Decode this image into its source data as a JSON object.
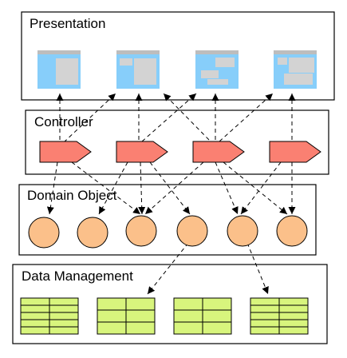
{
  "layers": {
    "presentation": {
      "title": "Presentation"
    },
    "controller": {
      "title": "Controller"
    },
    "domain_object": {
      "title": "Domain Object"
    },
    "data_management": {
      "title": "Data Management"
    }
  },
  "colors": {
    "window_bg": "#bdbdbd",
    "window_panel": "#87cefa",
    "window_content": "#d3d3d3",
    "controller_fill": "#fa8072",
    "domain_fill": "#fbc08a",
    "table_fill": "#d8f57d",
    "stroke": "#000000"
  },
  "icons": {
    "window": "ui-window-icon",
    "controller": "controller-pentagon-icon",
    "domain": "domain-object-circle-icon",
    "table": "data-table-icon"
  }
}
